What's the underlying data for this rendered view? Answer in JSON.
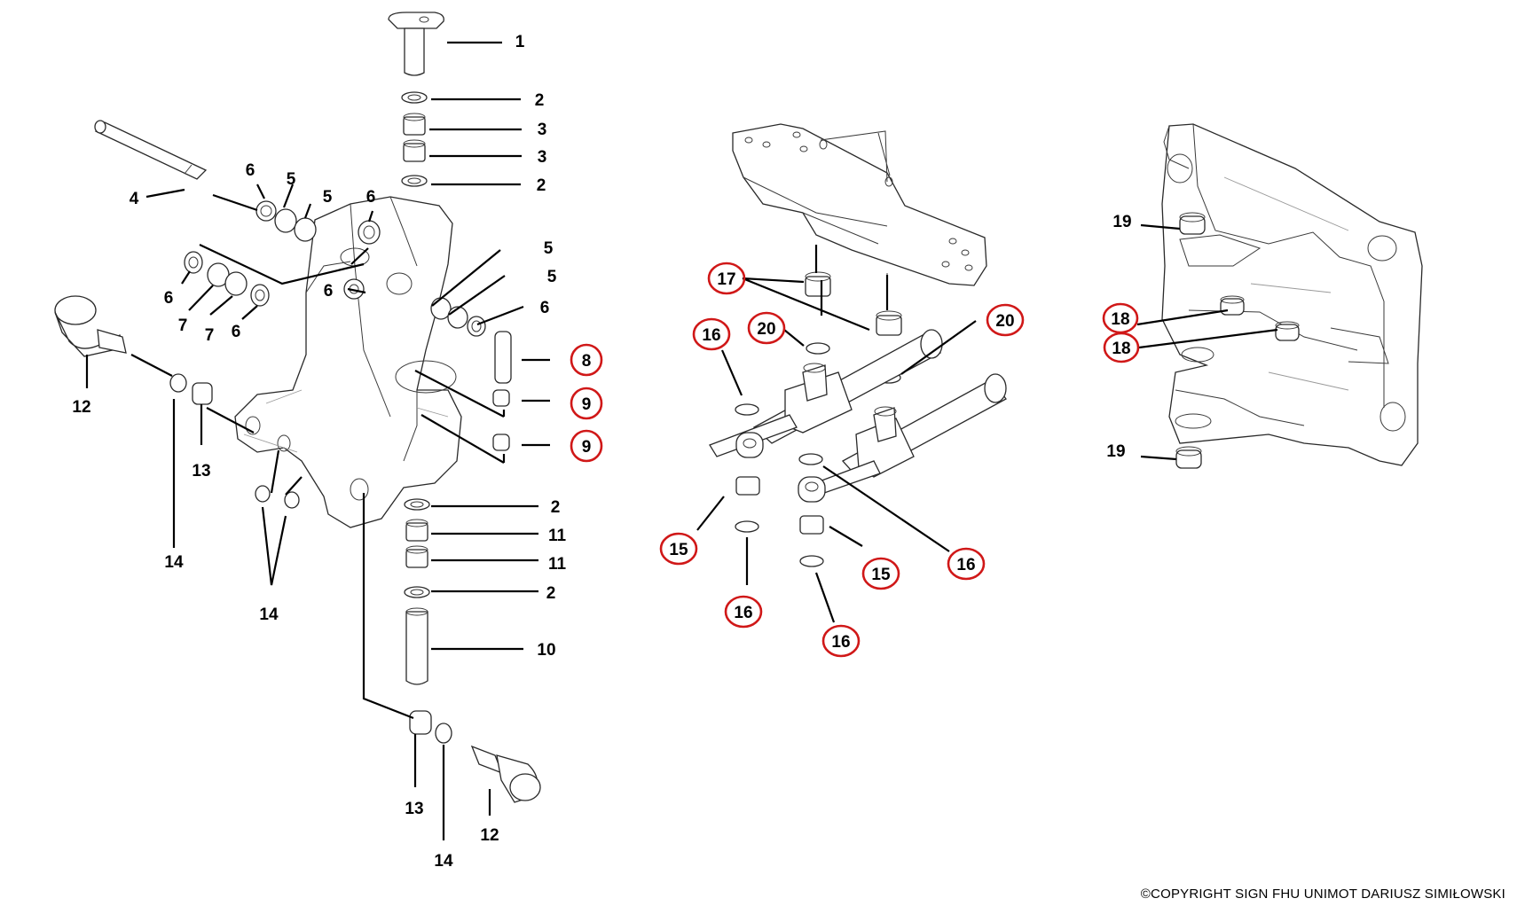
{
  "diagram": {
    "highlight_color": "#d01818",
    "line_color": "#000000",
    "callouts": {
      "c1": "1",
      "c2a": "2",
      "c3a": "3",
      "c3b": "3",
      "c2b": "2",
      "c4": "4",
      "c6a": "6",
      "c5a": "5",
      "c5b": "5",
      "c6b": "6",
      "c6c": "6",
      "c6d": "6",
      "c7a": "7",
      "c7b": "7",
      "c6e": "6",
      "c5c": "5",
      "c5d": "5",
      "c6f": "6",
      "c8": "8",
      "c9a": "9",
      "c9b": "9",
      "c12a": "12",
      "c13a": "13",
      "c14a": "14",
      "c14b": "14",
      "c2c": "2",
      "c11a": "11",
      "c11b": "11",
      "c2d": "2",
      "c10": "10",
      "c13b": "13",
      "c14c": "14",
      "c12b": "12",
      "c17": "17",
      "c20a": "20",
      "c20b": "20",
      "c16a": "16",
      "c15a": "15",
      "c16b": "16",
      "c15b": "15",
      "c16c": "16",
      "c16d": "16",
      "c19a": "19",
      "c18a": "18",
      "c18b": "18",
      "c19b": "19"
    }
  },
  "footer": {
    "copyright": "©COPYRIGHT SIGN FHU UNIMOT DARIUSZ SIMIŁOWSKI"
  }
}
